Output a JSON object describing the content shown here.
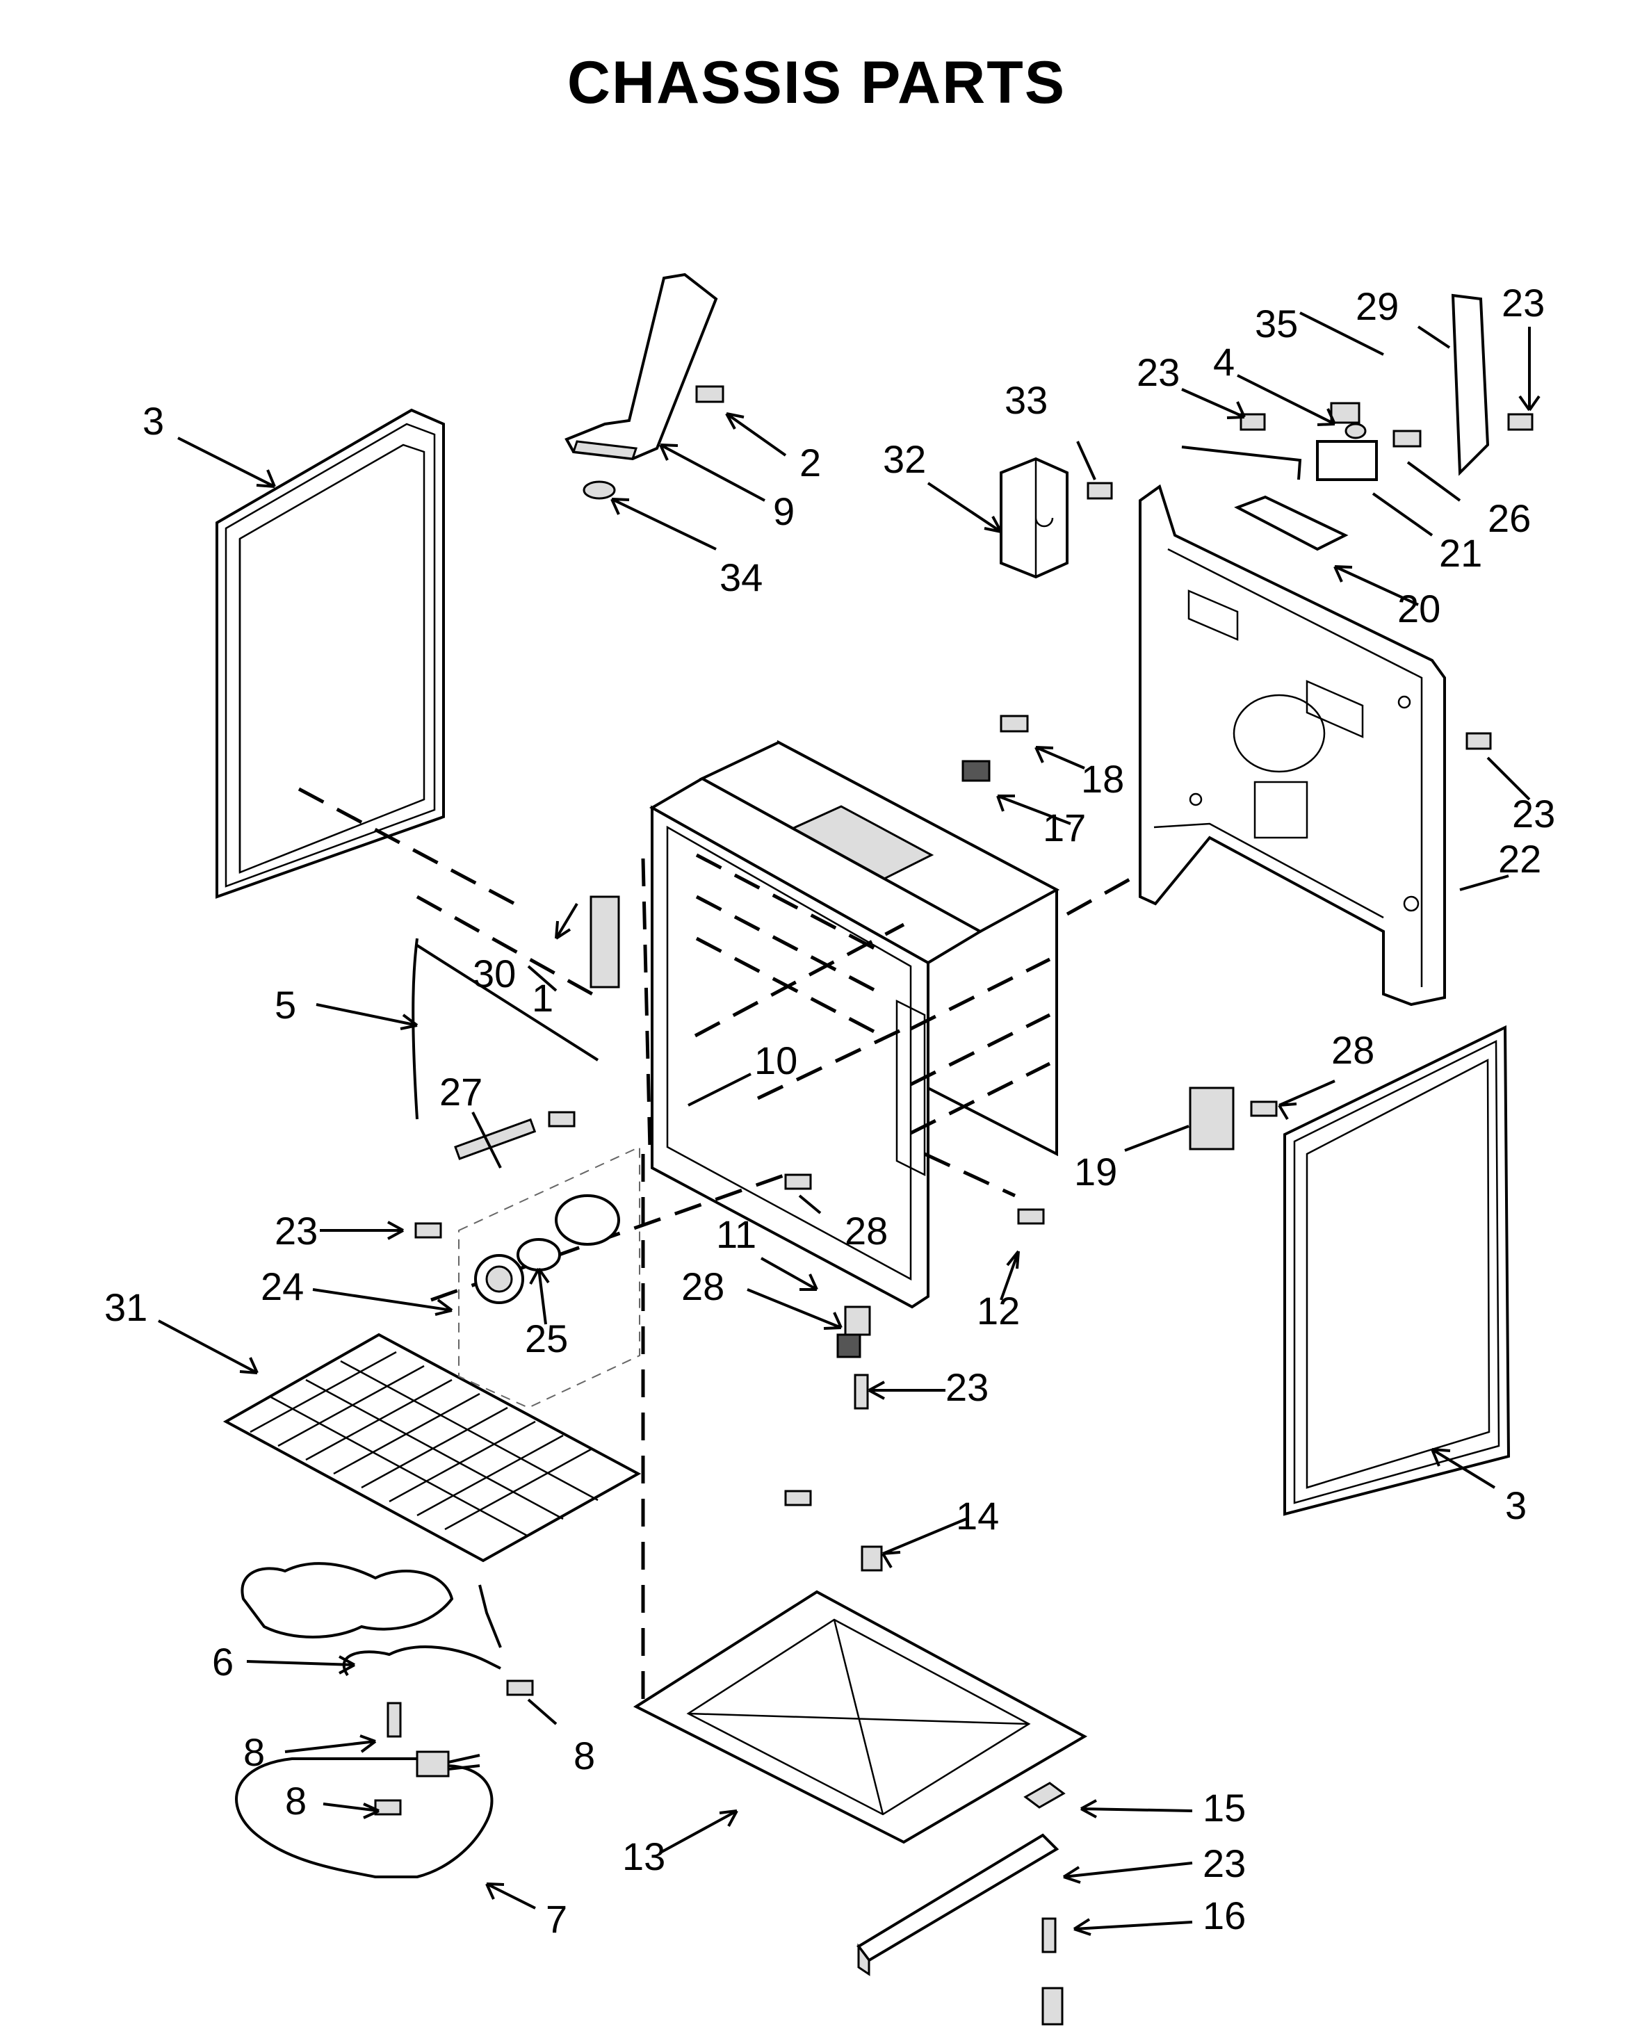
{
  "title": "CHASSIS PARTS",
  "callouts": [
    {
      "id": "c1",
      "label": "1"
    },
    {
      "id": "c2",
      "label": "2"
    },
    {
      "id": "c3a",
      "label": "3"
    },
    {
      "id": "c3b",
      "label": "3"
    },
    {
      "id": "c4",
      "label": "4"
    },
    {
      "id": "c5",
      "label": "5"
    },
    {
      "id": "c6",
      "label": "6"
    },
    {
      "id": "c7",
      "label": "7"
    },
    {
      "id": "c8a",
      "label": "8"
    },
    {
      "id": "c8b",
      "label": "8"
    },
    {
      "id": "c8c",
      "label": "8"
    },
    {
      "id": "c9",
      "label": "9"
    },
    {
      "id": "c10",
      "label": "10"
    },
    {
      "id": "c11",
      "label": "11"
    },
    {
      "id": "c12",
      "label": "12"
    },
    {
      "id": "c13",
      "label": "13"
    },
    {
      "id": "c14",
      "label": "14"
    },
    {
      "id": "c15",
      "label": "15"
    },
    {
      "id": "c16",
      "label": "16"
    },
    {
      "id": "c17",
      "label": "17"
    },
    {
      "id": "c18",
      "label": "18"
    },
    {
      "id": "c19",
      "label": "19"
    },
    {
      "id": "c20",
      "label": "20"
    },
    {
      "id": "c21",
      "label": "21"
    },
    {
      "id": "c22",
      "label": "22"
    },
    {
      "id": "c23a",
      "label": "23"
    },
    {
      "id": "c23b",
      "label": "23"
    },
    {
      "id": "c23c",
      "label": "23"
    },
    {
      "id": "c23d",
      "label": "23"
    },
    {
      "id": "c23e",
      "label": "23"
    },
    {
      "id": "c23f",
      "label": "23"
    },
    {
      "id": "c24",
      "label": "24"
    },
    {
      "id": "c25",
      "label": "25"
    },
    {
      "id": "c26",
      "label": "26"
    },
    {
      "id": "c27",
      "label": "27"
    },
    {
      "id": "c28a",
      "label": "28"
    },
    {
      "id": "c28b",
      "label": "28"
    },
    {
      "id": "c28c",
      "label": "28"
    },
    {
      "id": "c29",
      "label": "29"
    },
    {
      "id": "c30",
      "label": "30"
    },
    {
      "id": "c31",
      "label": "31"
    },
    {
      "id": "c32",
      "label": "32"
    },
    {
      "id": "c33",
      "label": "33"
    },
    {
      "id": "c34",
      "label": "34"
    },
    {
      "id": "c35",
      "label": "35"
    }
  ]
}
